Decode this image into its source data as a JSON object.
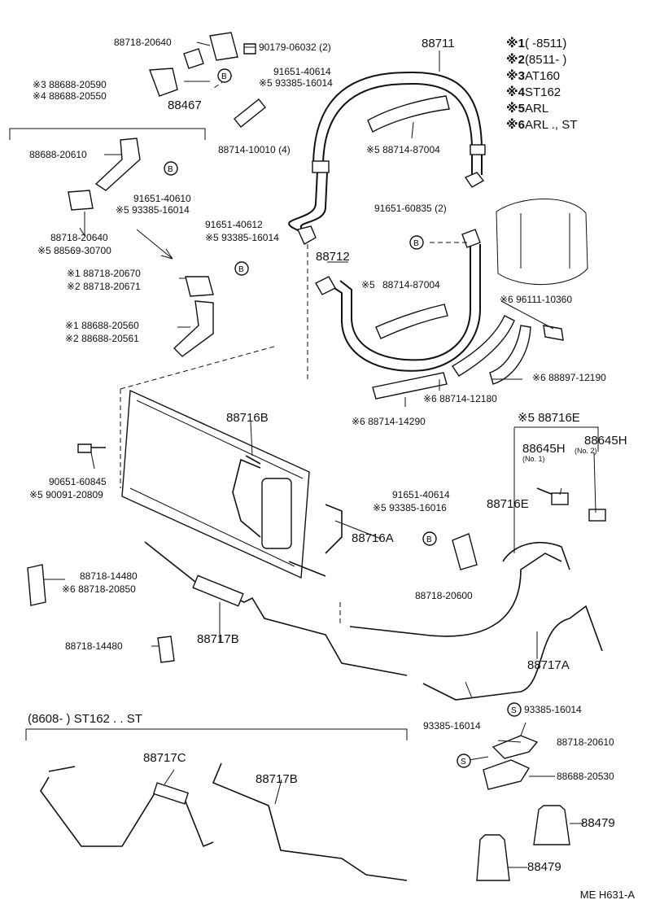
{
  "legend": [
    {
      "mark": "※1",
      "text": "(  -8511)"
    },
    {
      "mark": "※2",
      "text": "(8511-   )"
    },
    {
      "mark": "※3",
      "text": "AT160"
    },
    {
      "mark": "※4",
      "text": "ST162"
    },
    {
      "mark": "※5",
      "text": "ARL"
    },
    {
      "mark": "※6",
      "text": "ARL ., ST"
    }
  ],
  "labels": {
    "l01": "88718-20640",
    "l02": "90179-06032 (2)",
    "l03": "88711",
    "l04": "91651-40614",
    "l05": "※5 93385-16014",
    "l06": "※3 88688-20590",
    "l07": "※4 88688-20550",
    "l08": "88467",
    "l09": "88714-10010 (4)",
    "l10": "※5 88714-87004",
    "l11": "88688-20610",
    "l12": "91651-40610",
    "l13": "※5 93385-16014",
    "l14": "88718-20640",
    "l15": "※5 88569-30700",
    "l16": "91651-40612",
    "l17": "※5 93385-16014",
    "l18": "91651-60835 (2)",
    "l19": "88712",
    "l20": "※5",
    "l21": "88714-87004",
    "l22": "※1 88718-20670",
    "l23": "※2 88718-20671",
    "l24": "※1  88688-20560",
    "l25": "※2  88688-20561",
    "l26": "※6 96111-10360",
    "l27": "※6 88897-12190",
    "l28": "※6 88714-12180",
    "l29": "※6 88714-14290",
    "l30": "88716B",
    "l31": "※5 88716E",
    "l32": "88645H",
    "l33": "(No. 1)",
    "l34": "88645H",
    "l35": "(No. 2)",
    "l36": "90651-60845",
    "l37": "※5 90091-20809",
    "l38": "91651-40614",
    "l39": "※5 93385-16016",
    "l40": "88716E",
    "l41": "88716A",
    "l42": "88718-14480",
    "l43": "※6 88718-20850",
    "l44": "88718-20600",
    "l45": "88718-14480",
    "l46": "88717B",
    "l47": "88717A",
    "l48": "93385-16014",
    "l49": "93385-16014",
    "l50": "88718-20610",
    "l51": "88688-20530",
    "l52": "(8608-       ) ST162 . . ST",
    "l53": "88717C",
    "l54": "88717B",
    "l55": "88479",
    "l56": "88479"
  },
  "callouts": {
    "b1": "B",
    "b2": "B",
    "b3": "B",
    "b4": "B",
    "b5": "B",
    "s1": "S",
    "s2": "S"
  },
  "code": "ME H631-A"
}
